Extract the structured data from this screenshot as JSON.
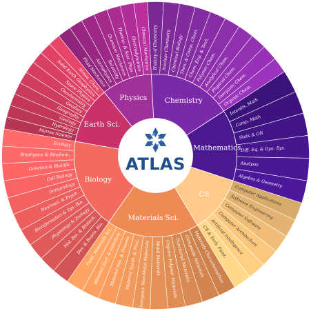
{
  "center": {
    "title": "ATLAS",
    "logo_icon": "atlas-snowflake-logo-icon",
    "logo_color": "#2f5e9e"
  },
  "segments": [
    {
      "name": "Chemistry",
      "color": "#7a2aa8",
      "outer_color": "#8a2ea8",
      "subfields": [
        "History of Chemistry",
        "Nuclear Chemistry",
        "Chemical Biology",
        "Theo. & Comp. Chem.",
        "Chem. Eng. & Tech.",
        "Polymer Chem.",
        "Analytical Chem.",
        "Physical Chem.",
        "Inorganic Chem.",
        "Organic Chem."
      ]
    },
    {
      "name": "Mathematics",
      "color": "#4a1890",
      "outer_color": "#43158a",
      "subfields": [
        "Interdis. Math",
        "Comp. Math",
        "Stats & OR",
        "Diff. Eq. & Dyn. Sys.",
        "Analysis",
        "Algebra & Geometry"
      ]
    },
    {
      "name": "CS",
      "color": "#ffc98a",
      "outer_color": "#f5c27a",
      "subfields": [
        "Computer Applications",
        "Software Engineering",
        "Computer Software",
        "Computer Architecture",
        "Artificial Intelligence",
        "CS & Tech. Fund."
      ]
    },
    {
      "name": "Materials Sci.",
      "color": "#f08a55",
      "outer_color": "#e99358",
      "subfields": [
        "Materials Characterization",
        "Composite Materials",
        "Functional Materials",
        "Organic Polymer Materials",
        "Metal Materials",
        "Inorganic Non-Metal Materials",
        "Material Synth. & Proc.",
        "Material Fab. & Process",
        "Material Surf. & Interface",
        "Fund. Materials Sci."
      ]
    },
    {
      "name": "Biology",
      "color": "#f36a5e",
      "outer_color": "#f06060",
      "subfields": [
        "Dev. & Repro. Bio.",
        "Mol. Bio. & Biotech.",
        "Physiology & Zoology",
        "Bioinformatics & Sys. Bio.",
        "Neurosci. & Psych.",
        "Immunology",
        "Cell Biology",
        "Genetics & Bioinfo.",
        "Biophysics & Biochem.",
        "Ecology"
      ]
    },
    {
      "name": "Earth Sci.",
      "color": "#c9316a",
      "outer_color": "#cf3c5e",
      "subfields": [
        "Marine Science",
        "Hydrology",
        "Geology",
        "Geography",
        "Geodesy",
        "Geochemistry",
        "Space Physics",
        "Solid Earth Geophysics",
        "Atmos. Chem."
      ]
    },
    {
      "name": "Physics",
      "color": "#a0309a",
      "outer_color": "#a42a8c",
      "subfields": [
        "Fluid Mechanics",
        "Astrophysics",
        "Relativity",
        "Quantum Mechanics",
        "Thermo. & Stat. Phys.",
        "Electrodynamics",
        "Classical Mechanics"
      ]
    }
  ]
}
